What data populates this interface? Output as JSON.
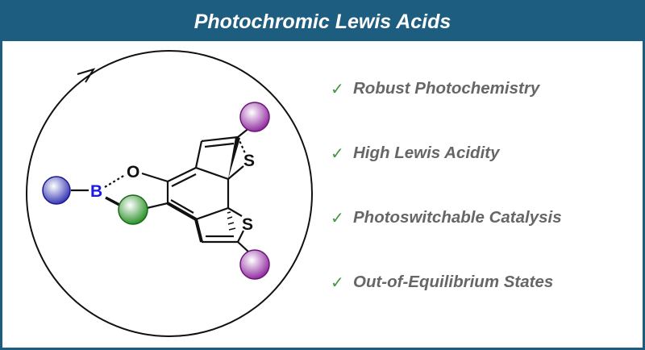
{
  "header": {
    "title": "Photochromic Lewis Acids"
  },
  "diagram": {
    "atoms": {
      "boron": "B",
      "oxygen": "O",
      "sulfur_top": "S",
      "sulfur_bottom": "S"
    },
    "colors": {
      "frame": "#1d5d80",
      "blue_ball": "#2a2ab0",
      "green_ball": "#1e8a1e",
      "purple_ball": "#8a1e9a",
      "boron_label": "#1a1ae6",
      "check": "#3f9a3f",
      "text": "#666666"
    }
  },
  "features": [
    {
      "icon": "✓",
      "label": "Robust Photochemistry"
    },
    {
      "icon": "✓",
      "label": "High Lewis Acidity"
    },
    {
      "icon": "✓",
      "label": "Photoswitchable Catalysis"
    },
    {
      "icon": "✓",
      "label": "Out-of-Equilibrium States"
    }
  ]
}
